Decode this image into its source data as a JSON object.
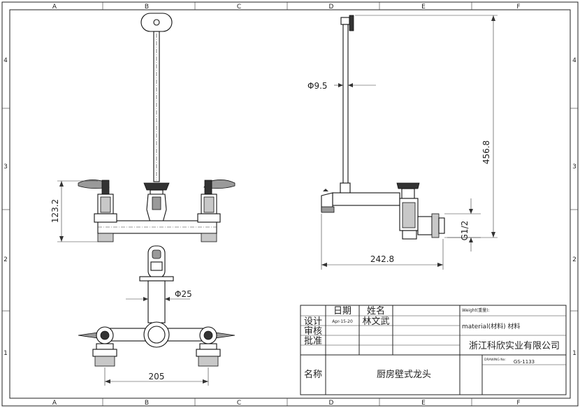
{
  "frame": {
    "columns": [
      "A",
      "B",
      "C",
      "D",
      "E",
      "F"
    ],
    "rows": [
      "4",
      "3",
      "2",
      "1"
    ]
  },
  "dimensions": {
    "height_front": "123.2",
    "width_bottom": "205",
    "diameter_pipe_bottom": "Φ25",
    "rod_diameter": "Φ9.5",
    "height_side": "456.8",
    "width_side": "242.8",
    "thread": "G1/2"
  },
  "title_block": {
    "col_date": "日期",
    "col_name": "姓名",
    "row_design": "设计",
    "row_review": "审核",
    "row_approve": "批准",
    "design_date": "Apr-15-20",
    "designer": "林文武",
    "weight_label": "Weight(重量):",
    "material": "material(材料) 材料",
    "company": "浙江科欣实业有限公司",
    "drawing_no_label": "DRAWING No:",
    "drawing_no": "GS-1133",
    "name_label": "名称",
    "part_name": "厨房壁式龙头"
  }
}
